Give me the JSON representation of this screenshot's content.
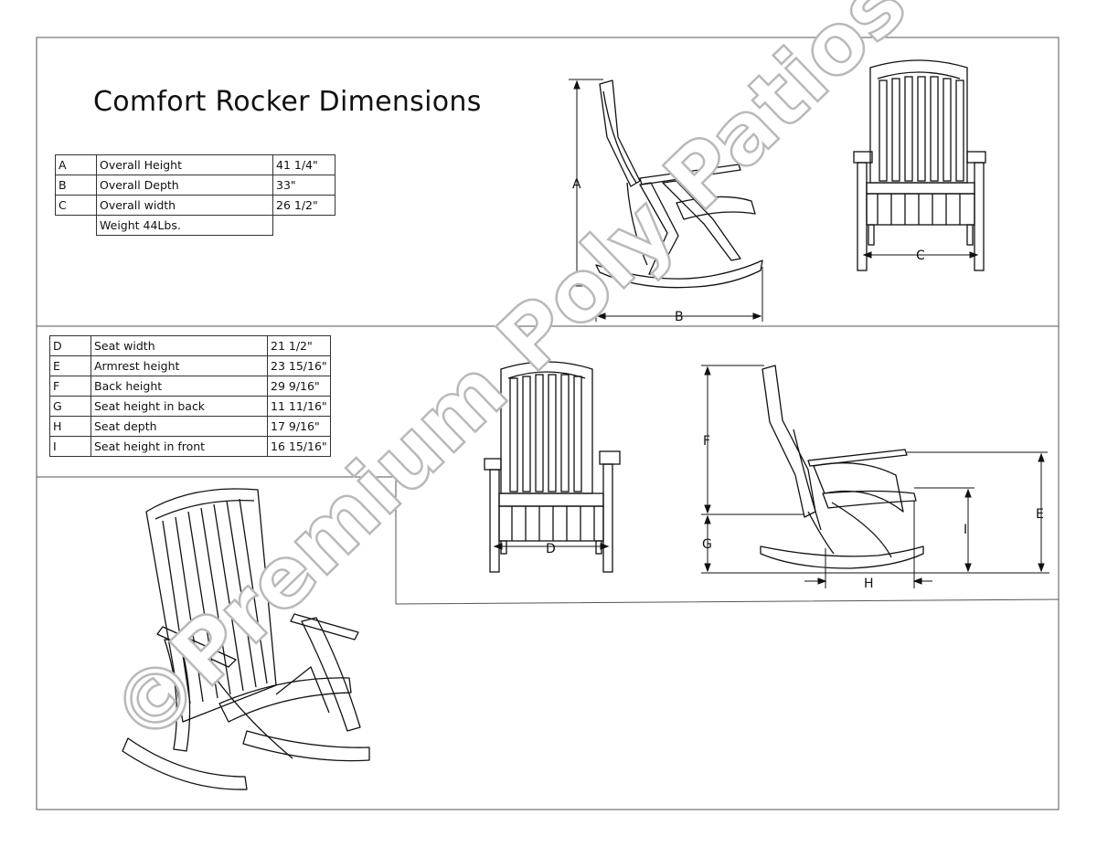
{
  "title": "Comfort Rocker Dimensions",
  "table_overall": {
    "rows": [
      {
        "key": "A",
        "label": "Overall Height",
        "value": "41 1/4\""
      },
      {
        "key": "B",
        "label": "Overall Depth",
        "value": "33\""
      },
      {
        "key": "C",
        "label": "Overall width",
        "value": "26 1/2\""
      }
    ],
    "weight": "Weight 44Lbs."
  },
  "table_seat": {
    "rows": [
      {
        "key": "D",
        "label": "Seat width",
        "value": "21 1/2\""
      },
      {
        "key": "E",
        "label": "Armrest height",
        "value": "23 15/16\""
      },
      {
        "key": "F",
        "label": "Back height",
        "value": "29 9/16\""
      },
      {
        "key": "G",
        "label": "Seat height in back",
        "value": "11 11/16\""
      },
      {
        "key": "H",
        "label": "Seat depth",
        "value": "17 9/16\""
      },
      {
        "key": "I",
        "label": "Seat height in front",
        "value": "16 15/16\""
      }
    ]
  },
  "dimension_letters": {
    "a": "A",
    "b": "B",
    "c": "C",
    "d": "D",
    "e": "E",
    "f": "F",
    "g": "G",
    "h": "H",
    "i": "I"
  },
  "watermark": "©Premium Poly Patios",
  "colors": {
    "line": "#111111",
    "frame": "#555555",
    "watermark_outline": "#b9b9b9"
  }
}
